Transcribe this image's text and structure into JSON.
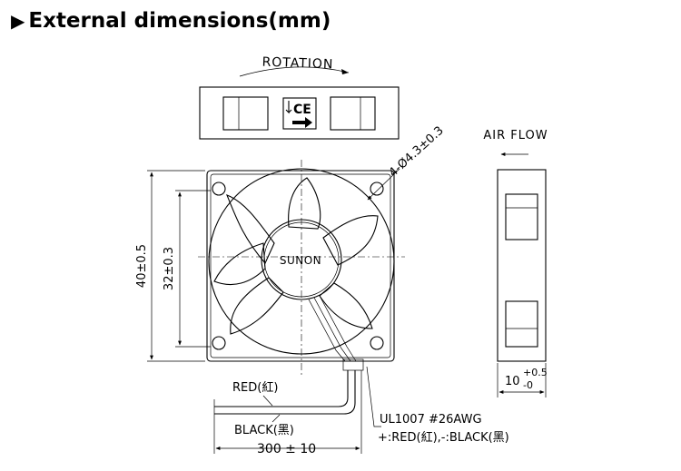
{
  "heading": {
    "marker": "▶",
    "text": "External dimensions(mm)"
  },
  "labels": {
    "rotation": "ROTATION",
    "air_flow": "AIR FLOW",
    "hole": "4-Ø4.3±0.3",
    "brand": "SUNON",
    "outer_dim": "40±0.5",
    "inner_dim": "32±0.3",
    "depth_base": "10",
    "depth_plus": "+0.5",
    "depth_minus": "-0",
    "red": "RED(紅)",
    "black": "BLACK(黑)",
    "cable_len": "300 ± 10",
    "wire_spec": "UL1007  #26AWG",
    "polarity": "+:RED(紅),-:BLACK(黑)"
  },
  "colors": {
    "line": "#000000",
    "background": "#ffffff"
  }
}
